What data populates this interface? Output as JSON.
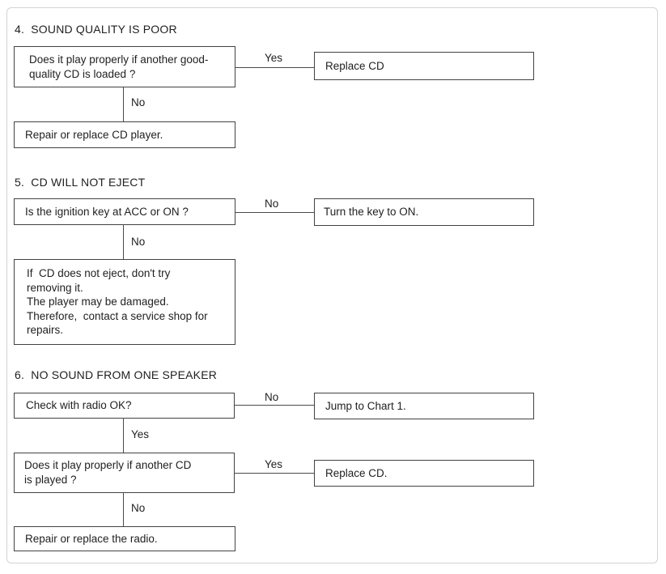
{
  "page": {
    "background": "#ffffff",
    "frame_border_color": "#d4d4d4",
    "line_color": "#4a4a4a",
    "text_color": "#1f1f1f"
  },
  "sections": [
    {
      "title": "4.  SOUND QUALITY IS POOR",
      "question": "Does it play properly if another good-\nquality CD is loaded ?",
      "branch_right": {
        "label": "Yes",
        "result": "Replace CD"
      },
      "branch_down": {
        "label": "No",
        "result": "Repair or replace CD player."
      }
    },
    {
      "title": "5.  CD WILL NOT EJECT",
      "question": "Is the ignition key at ACC or ON ?",
      "branch_right": {
        "label": "No",
        "result": "Turn the key to ON."
      },
      "branch_down": {
        "label": "No",
        "result": "If  CD does not eject, don't try\nremoving it.\nThe player may be damaged.\nTherefore,  contact a service shop for\nrepairs."
      }
    },
    {
      "title": "6.  NO SOUND FROM ONE SPEAKER",
      "question": "Check with radio OK?",
      "branch_right": {
        "label": "No",
        "result": "Jump to Chart 1."
      },
      "branch_down": {
        "label": "Yes"
      },
      "question2": "Does it play properly if another CD\nis played ?",
      "branch2_right": {
        "label": "Yes",
        "result": "Replace CD."
      },
      "branch2_down": {
        "label": "No",
        "result": "Repair or replace the radio."
      }
    }
  ]
}
